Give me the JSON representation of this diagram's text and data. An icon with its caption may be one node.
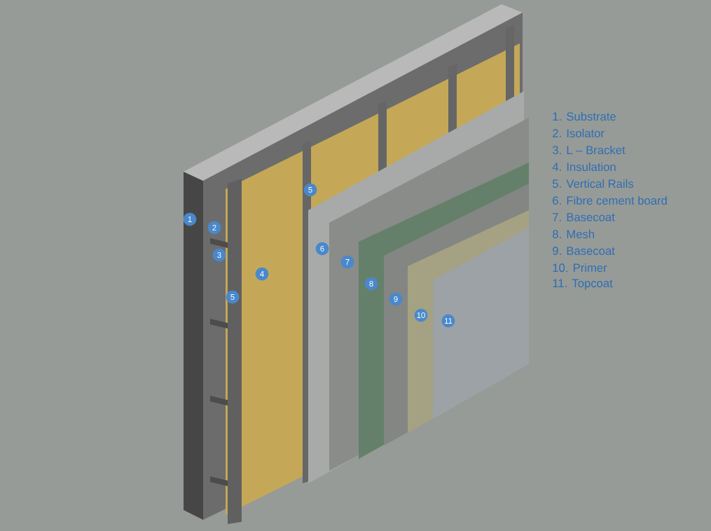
{
  "diagram": {
    "nodes": [
      {
        "text": [
          "1"
        ]
      },
      {
        "text": [
          "2"
        ]
      },
      {
        "text": [
          "3"
        ]
      },
      {
        "text": [
          "4"
        ]
      },
      {
        "text": [
          "5"
        ]
      },
      {
        "text": [
          "5"
        ]
      },
      {
        "text": [
          "6"
        ]
      },
      {
        "text": [
          "7"
        ]
      },
      {
        "text": [
          "8"
        ]
      },
      {
        "text": [
          "9"
        ]
      },
      {
        "text": [
          "10"
        ]
      },
      {
        "text": [
          "11"
        ]
      }
    ],
    "labels": [
      "1. Substrate",
      "2. Isolator",
      "3. L – Bracket",
      "4. Insulation",
      "5. Vertical Rails",
      "6. Fibre cement board",
      "7. Basecoat",
      "8. Mesh",
      "9. Basecoat",
      "10. Primer",
      "11. Topcoat"
    ]
  }
}
